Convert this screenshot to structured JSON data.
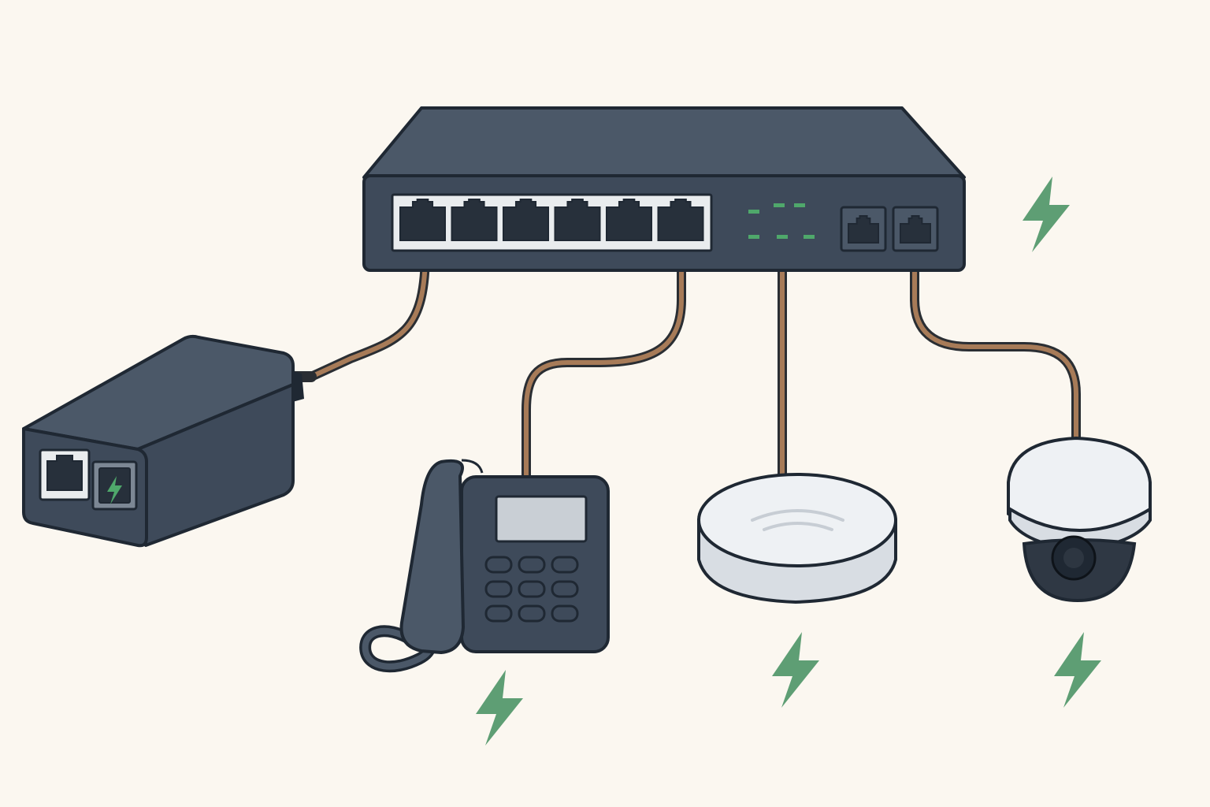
{
  "colors": {
    "background": "#FBF7F0",
    "device_body": "#3E4A5A",
    "device_top": "#4B5868",
    "device_outline": "#1F2833",
    "port_frame": "#E9ECEE",
    "port_dark": "#27303B",
    "cable_outer": "#2A2E33",
    "cable_inner": "#A77B58",
    "power_green": "#5E9E74",
    "led_green": "#4FA86B",
    "white_device": "#EEF1F4",
    "white_device_shade": "#D8DDE3",
    "phone_screen": "#C9CFD5"
  },
  "icons": {
    "power_bolt": "lightning-bolt-icon",
    "ethernet_port": "rj45-port-icon"
  },
  "devices": {
    "switch": {
      "icon": "network-switch-icon",
      "poe_ports": 6,
      "uplink_ports": 2,
      "status_leds": 6
    },
    "injector": {
      "icon": "poe-injector-icon"
    },
    "phone": {
      "icon": "voip-phone-icon",
      "keypad_keys": 9
    },
    "access_point": {
      "icon": "wireless-access-point-icon"
    },
    "camera": {
      "icon": "dome-camera-icon"
    }
  }
}
